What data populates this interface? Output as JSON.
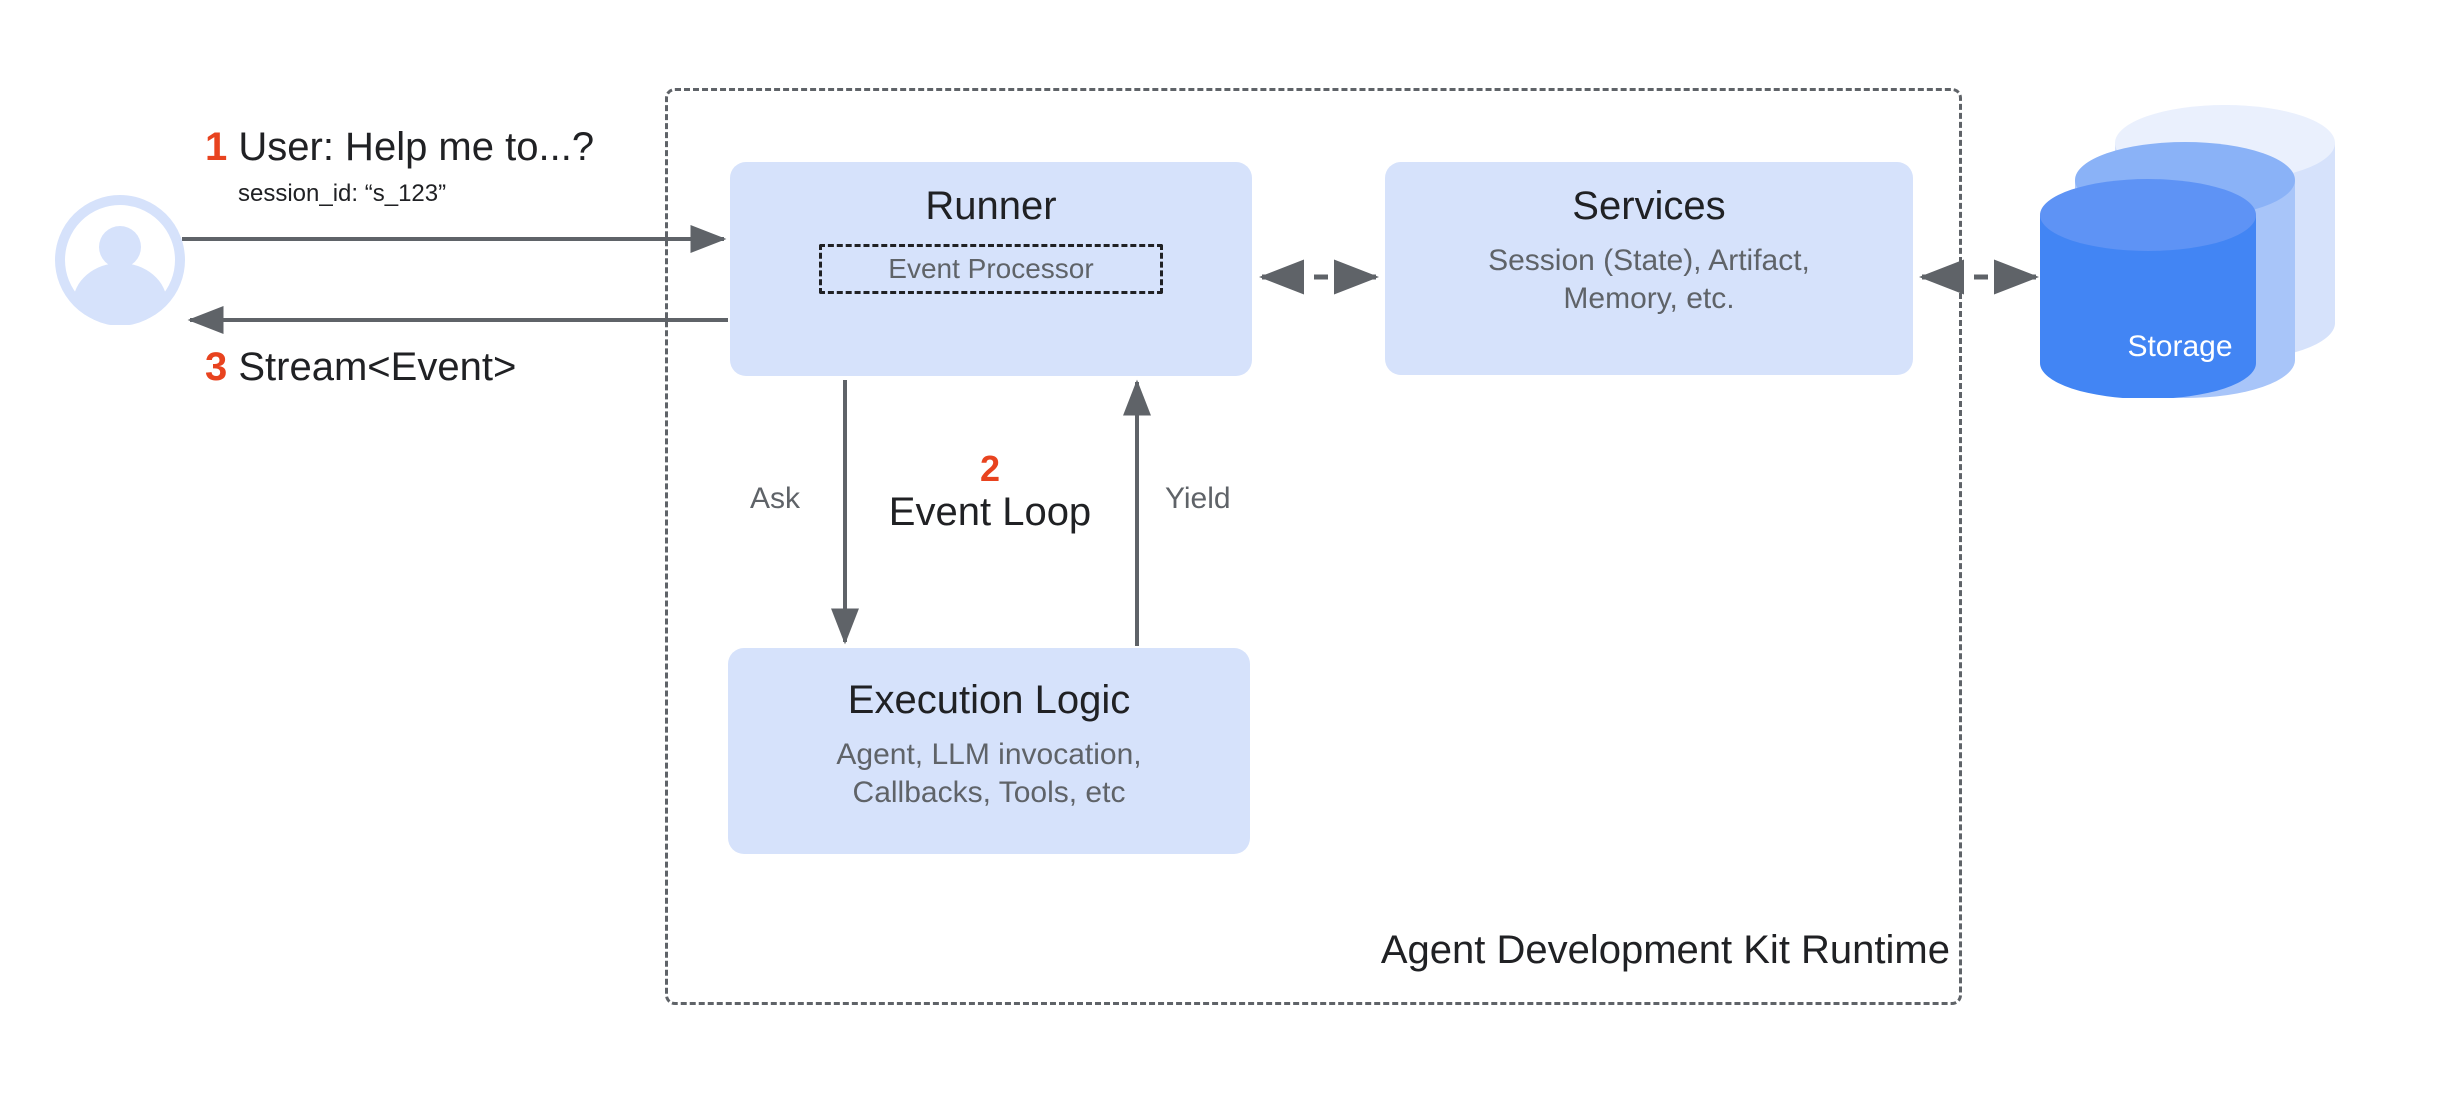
{
  "diagram": {
    "title": "Agent Development Kit Runtime",
    "runtime_boundary_label": "Agent Development Kit Runtime"
  },
  "actors": {
    "user": {
      "icon": "user-avatar-icon",
      "color": "#d6e2fb"
    }
  },
  "steps": [
    {
      "number": "1",
      "label": "User: Help me to...?",
      "detail": "session_id: “s_123”"
    },
    {
      "number": "2",
      "label": "Event Loop"
    },
    {
      "number": "3",
      "label": "Stream<Event>"
    }
  ],
  "step1": {
    "number": "1",
    "text": "User: Help me to...?",
    "detail": "session_id: “s_123”"
  },
  "step2": {
    "number": "2",
    "text": "Event Loop"
  },
  "step3": {
    "number": "3",
    "text": "Stream<Event>"
  },
  "nodes": {
    "runner": {
      "title": "Runner",
      "inner_box": "Event Processor"
    },
    "services": {
      "title": "Services",
      "subtitle": "Session (State), Artifact,\nMemory, etc.",
      "subtitle_line1": "Session (State), Artifact,",
      "subtitle_line2": "Memory, etc."
    },
    "execution": {
      "title": "Execution Logic",
      "subtitle_line1": "Agent, LLM invocation,",
      "subtitle_line2": "Callbacks, Tools, etc"
    },
    "storage": {
      "title": "Storage"
    }
  },
  "edges": {
    "ask": "Ask",
    "yield": "Yield"
  },
  "colors": {
    "node_fill": "#d6e2fb",
    "accent_orange": "#e8431f",
    "text_dark": "#202124",
    "text_gray": "#5f6368",
    "arrow_gray": "#5f6368",
    "storage_front": "#4285f4",
    "storage_mid": "#8ab2f7",
    "storage_back": "#d6e2fb",
    "background": "#ffffff"
  }
}
